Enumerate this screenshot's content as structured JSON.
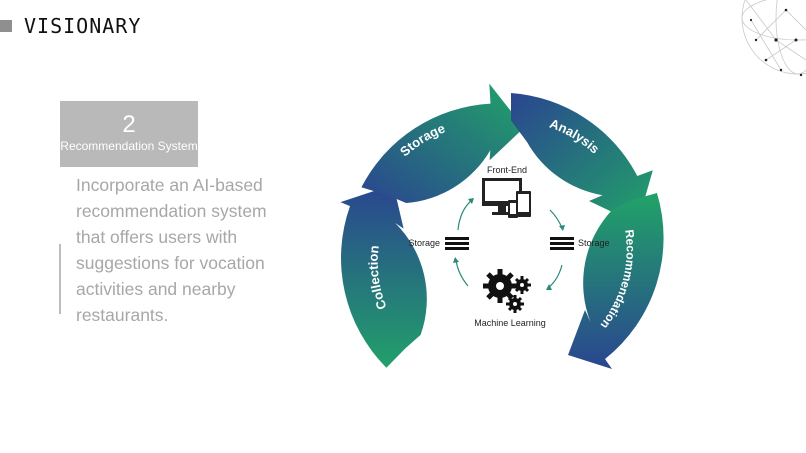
{
  "header": {
    "title": "VISIONARY"
  },
  "card": {
    "number": "2",
    "title": "Recommendation System"
  },
  "description": "Incorporate an AI-based recommendation system that offers users with suggestions for vocation activities and nearby restaurants.",
  "diagram": {
    "arc_labels": {
      "storage": "Storage",
      "analysis": "Analysis",
      "recommendation": "Recommendation",
      "collection": "Collection"
    },
    "inner": {
      "front_end": "Front-End",
      "storage_left": "Storage",
      "storage_right": "Storage",
      "machine_learning": "Machine Learning"
    }
  },
  "colors": {
    "arc_blue": "#2a4590",
    "arc_green": "#21a368",
    "card_gray": "#b9b9b9",
    "text_gray": "#a7a7a7"
  }
}
